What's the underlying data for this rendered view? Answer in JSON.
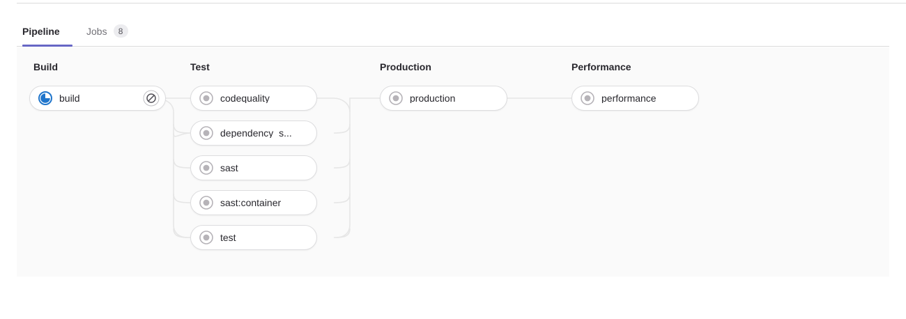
{
  "tabs": [
    {
      "label": "Pipeline",
      "active": true,
      "name": "tab-pipeline"
    },
    {
      "label": "Jobs",
      "active": false,
      "name": "tab-jobs",
      "badge": "8"
    }
  ],
  "colors": {
    "tab_active_underline": "#6666c4",
    "panel_background": "#fafafa",
    "pill_border": "#dcdcde",
    "connector_line": "#e6e6e6",
    "status_running": "#1f75cb",
    "status_created": "#989097",
    "text_primary": "#28272d",
    "text_muted": "#737278"
  },
  "pipeline": {
    "stages": [
      {
        "name": "Build",
        "jobs": [
          {
            "name": "build",
            "status": "running",
            "status_icon": "status-running-icon",
            "action": "cancel",
            "action_icon": "cancel-icon"
          }
        ]
      },
      {
        "name": "Test",
        "jobs": [
          {
            "name": "codequality",
            "status": "created",
            "status_icon": "status-created-icon"
          },
          {
            "name": "dependency_s...",
            "status": "created",
            "status_icon": "status-created-icon"
          },
          {
            "name": "sast",
            "status": "created",
            "status_icon": "status-created-icon"
          },
          {
            "name": "sast:container",
            "status": "created",
            "status_icon": "status-created-icon"
          },
          {
            "name": "test",
            "status": "created",
            "status_icon": "status-created-icon"
          }
        ]
      },
      {
        "name": "Production",
        "jobs": [
          {
            "name": "production",
            "status": "created",
            "status_icon": "status-created-icon"
          }
        ]
      },
      {
        "name": "Performance",
        "jobs": [
          {
            "name": "performance",
            "status": "created",
            "status_icon": "status-created-icon"
          }
        ]
      }
    ]
  }
}
